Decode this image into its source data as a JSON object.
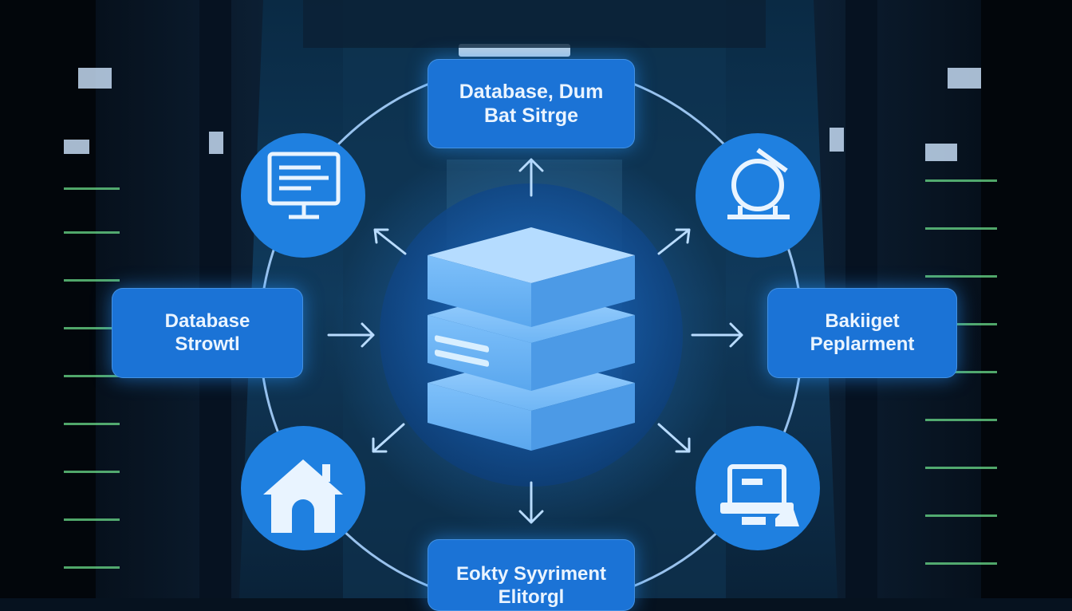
{
  "colors": {
    "accent": "#1b73d6",
    "node": "#1f80e0",
    "icon": "#e9f4ff",
    "ring": "#a8d3ff",
    "background": "#06121f"
  },
  "labels": {
    "top": {
      "line1": "Database, Dum",
      "line2": "Bat Sitrge"
    },
    "left": {
      "line1": "Database",
      "line2": "Strowtl"
    },
    "right": {
      "line1": "Bakiiget",
      "line2": "Peplarment"
    },
    "bottom": {
      "line1": "Eokty  Syyriment",
      "line2": "Elitorgl"
    }
  },
  "nodes": [
    {
      "name": "monitor",
      "icon": "monitor-icon"
    },
    {
      "name": "network",
      "icon": "network-node-icon"
    },
    {
      "name": "home",
      "icon": "house-icon"
    },
    {
      "name": "workstation",
      "icon": "workstation-icon"
    }
  ],
  "center": {
    "icon": "database-stack-icon"
  }
}
